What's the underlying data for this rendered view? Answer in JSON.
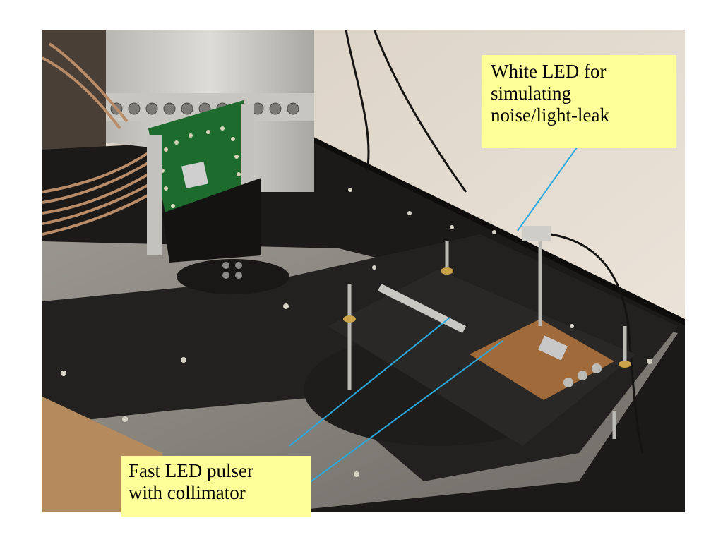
{
  "callouts": {
    "white_led": {
      "lines": [
        "White LED for",
        "simulating",
        "noise/light-leak"
      ]
    },
    "fast_pulser": {
      "lines": [
        "Fast LED pulser",
        "with collimator"
      ]
    }
  },
  "colors": {
    "callout_fill": "#ffff99",
    "leader_line": "#29a9e0",
    "wall": "#e6ddd0",
    "tabletop": "#1c1a18",
    "aluminum_plate": "#8d8a84"
  },
  "icons": {
    "photo": "lab-photo-led-test-setup"
  }
}
